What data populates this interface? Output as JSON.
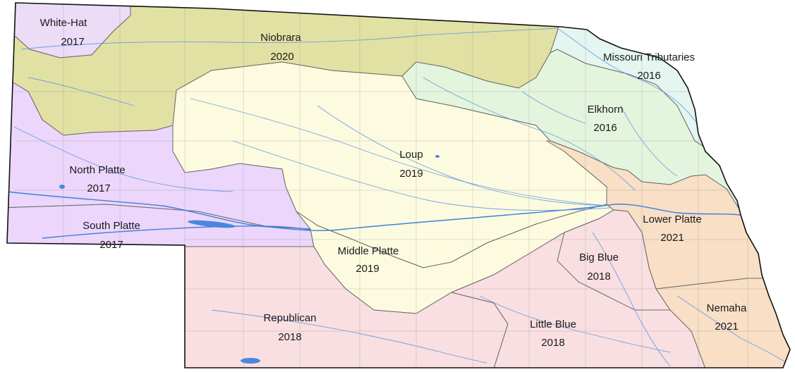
{
  "colors": {
    "white_hat": "#ecdcf7",
    "niobrara": "#e2e1a4",
    "missouri_tributaries": "#e4f6ef",
    "elkhorn": "#e4f5de",
    "loup": "#fdfbdf",
    "north_platte": "#ecd6fb",
    "south_platte": "#ecd6fb",
    "middle_platte": "#fdfbdf",
    "lower_platte": "#f8dfc6",
    "republican": "#f9dfe2",
    "big_blue": "#f9dfe2",
    "little_blue": "#f9dfe2",
    "nemaha": "#f8dfc6",
    "rivers": "#5a94e0",
    "boundary": "#111111"
  },
  "basins": [
    {
      "id": "white-hat",
      "name": "White-Hat",
      "year": "2017"
    },
    {
      "id": "niobrara",
      "name": "Niobrara",
      "year": "2020"
    },
    {
      "id": "missouri-tributaries",
      "name": "Missouri Tributaries",
      "year": "2016"
    },
    {
      "id": "elkhorn",
      "name": "Elkhorn",
      "year": "2016"
    },
    {
      "id": "loup",
      "name": "Loup",
      "year": "2019"
    },
    {
      "id": "north-platte",
      "name": "North Platte",
      "year": "2017"
    },
    {
      "id": "south-platte",
      "name": "South Platte",
      "year": "2017"
    },
    {
      "id": "middle-platte",
      "name": "Middle Platte",
      "year": "2019"
    },
    {
      "id": "lower-platte",
      "name": "Lower Platte",
      "year": "2021"
    },
    {
      "id": "big-blue",
      "name": "Big Blue",
      "year": "2018"
    },
    {
      "id": "republican",
      "name": "Republican",
      "year": "2018"
    },
    {
      "id": "little-blue",
      "name": "Little Blue",
      "year": "2018"
    },
    {
      "id": "nemaha",
      "name": "Nemaha",
      "year": "2021"
    }
  ]
}
